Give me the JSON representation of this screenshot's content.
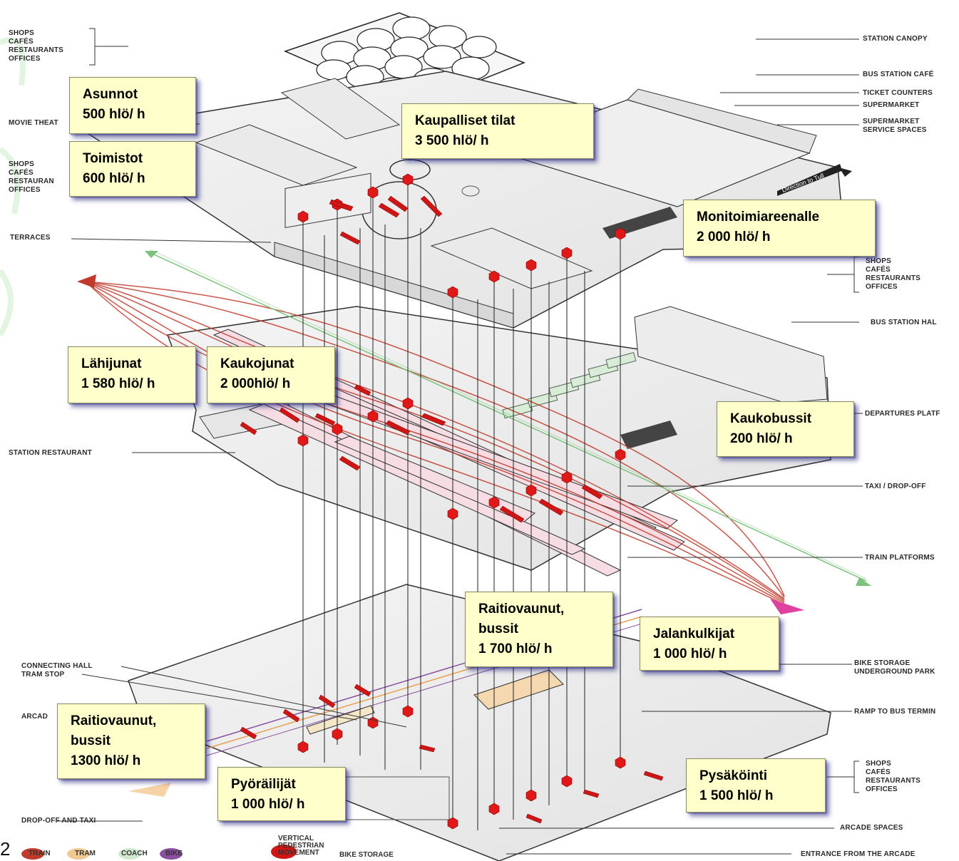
{
  "left_labels": [
    {
      "lines": [
        "SHOPS",
        "CAFÉS",
        "RESTAURANTS",
        "OFFICES"
      ]
    },
    {
      "lines": [
        "MOVIE THEAT"
      ]
    },
    {
      "lines": [
        "SHOPS",
        "CAFÉS",
        "RESTAURAN",
        "OFFICES"
      ]
    },
    {
      "lines": [
        "TERRACES"
      ]
    },
    {
      "lines": [
        "STATION RESTAURANT"
      ]
    },
    {
      "lines": [
        "CONNECTING HALL",
        "TRAM STOP"
      ]
    },
    {
      "lines": [
        "ARCAD"
      ]
    },
    {
      "lines": [
        "DROP-OFF AND TAXI"
      ]
    }
  ],
  "right_labels": [
    {
      "lines": [
        "STATION CANOPY"
      ]
    },
    {
      "lines": [
        "BUS STATION CAFÉ"
      ]
    },
    {
      "lines": [
        "TICKET COUNTERS"
      ]
    },
    {
      "lines": [
        "SUPERMARKET"
      ]
    },
    {
      "lines": [
        "SUPERMARKET",
        "SERVICE SPACES"
      ]
    },
    {
      "lines": [
        "SHOPS",
        "CAFÉS",
        "RESTAURANTS",
        "OFFICES"
      ]
    },
    {
      "lines": [
        "BUS STATION HAL"
      ]
    },
    {
      "lines": [
        "DEPARTURES PLATF"
      ]
    },
    {
      "lines": [
        "TAXI / DROP-OFF"
      ]
    },
    {
      "lines": [
        "TRAIN PLATFORMS"
      ]
    },
    {
      "lines": [
        "BIKE STORAGE",
        "UNDERGROUND PARK"
      ]
    },
    {
      "lines": [
        "RAMP TO BUS TERMIN"
      ]
    },
    {
      "lines": [
        "SHOPS",
        "CAFÉS",
        "RESTAURANTS",
        "OFFICES"
      ]
    },
    {
      "lines": [
        "ARCADE SPACES"
      ]
    },
    {
      "lines": [
        "ENTRANCE FROM THE ARCADE"
      ]
    }
  ],
  "callouts": [
    {
      "title": "Asunnot",
      "lines": [
        "Asunnot",
        "500 hlö/ h"
      ]
    },
    {
      "title": "Toimistot",
      "lines": [
        "Toimistot",
        "600 hlö/ h"
      ]
    },
    {
      "title": "Kaupalliset tilat",
      "lines": [
        "Kaupalliset tilat",
        "3 500 hlö/ h"
      ]
    },
    {
      "title": "Monitoimiareenalle",
      "lines": [
        "Monitoimiareenalle",
        "2 000 hlö/ h"
      ]
    },
    {
      "title": "Lähijunat",
      "lines": [
        "Lähijunat",
        "1 580 hlö/ h"
      ]
    },
    {
      "title": "Kaukojunat",
      "lines": [
        "Kaukojunat",
        "2 000hlö/ h"
      ]
    },
    {
      "title": "Kaukobussit",
      "lines": [
        "Kaukobussit",
        "200 hlö/ h"
      ]
    },
    {
      "title": "Raitiovaunut upper",
      "lines": [
        "Raitiovaunut,",
        "bussit",
        "1 700 hlö/ h"
      ]
    },
    {
      "title": "Jalankulkijat",
      "lines": [
        "Jalankulkijat",
        "1 000 hlö/ h"
      ]
    },
    {
      "title": "Raitiovaunut lower",
      "lines": [
        "Raitiovaunut,",
        "bussit",
        "1300 hlö/ h"
      ]
    },
    {
      "title": "Pyöräilijät",
      "lines": [
        "Pyöräilijät",
        "1 000 hlö/ h"
      ]
    },
    {
      "title": "Pysäköinti",
      "lines": [
        "Pysäköinti",
        "1 500 hlö/ h"
      ]
    }
  ],
  "legend": {
    "items": [
      "TRAIN",
      "TRAM",
      "COACH",
      "BIKE"
    ],
    "vertical": [
      "VERTICAL",
      "PEDESTRIAN",
      "MOVEMENT"
    ],
    "storage": "BIKE STORAGE"
  },
  "map_label": "Direction to Tull",
  "page_number": "2",
  "colors": {
    "callout_bg": "#ffffcc",
    "marker": "#e01818",
    "train": "#c0392b",
    "tram": "#e8a050",
    "coach": "#7fbf8a",
    "bike": "#8a4fa0",
    "green_line": "#7cc27c",
    "pink_arrow": "#e040a0"
  }
}
